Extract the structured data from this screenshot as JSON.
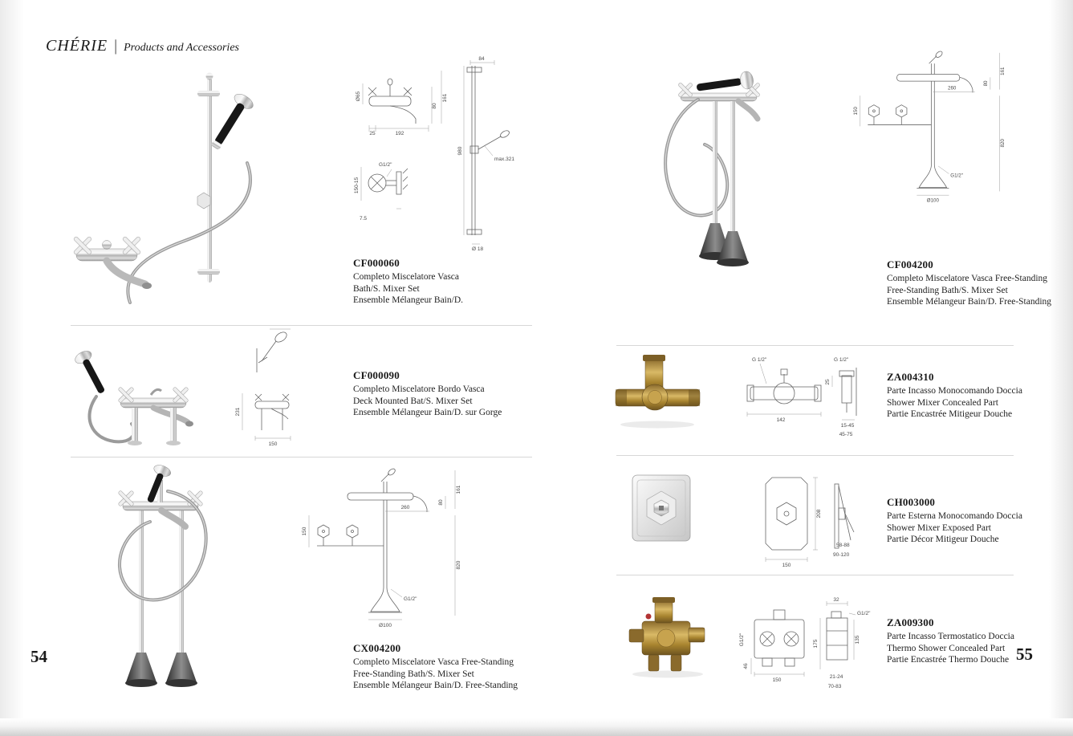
{
  "header": {
    "brand": "CHÉRIE",
    "separator": "|",
    "subtitle": "Products and Accessories"
  },
  "pages": {
    "left_number": "54",
    "right_number": "55"
  },
  "products": [
    {
      "code": "CF000060",
      "desc_it": "Completo Miscelatore Vasca",
      "desc_en": "Bath/S. Mixer Set",
      "desc_fr": "Ensemble Mélangeur Bain/D.",
      "dims": [
        "Ø65",
        "25",
        "192",
        "80",
        "161",
        "G1/2\"",
        "150-15",
        "7.5",
        "84",
        "980",
        "max.321",
        "Ø 18"
      ]
    },
    {
      "code": "CF000090",
      "desc_it": "Completo Miscelatore Bordo Vasca",
      "desc_en": "Deck Mounted Bat/S. Mixer Set",
      "desc_fr": "Ensemble Mélangeur Bain/D. sur Gorge",
      "dims": [
        "231",
        "150"
      ]
    },
    {
      "code": "CX004200",
      "desc_it": "Completo Miscelatore Vasca Free-Standing",
      "desc_en": "Free-Standing Bath/S. Mixer Set",
      "desc_fr": "Ensemble Mélangeur Bain/D. Free-Standing",
      "dims": [
        "161",
        "260",
        "80",
        "150",
        "820",
        "G1/2\"",
        "Ø100"
      ]
    },
    {
      "code": "CF004200",
      "desc_it": "Completo Miscelatore Vasca Free-Standing",
      "desc_en": "Free-Standing Bath/S. Mixer Set",
      "desc_fr": "Ensemble Mélangeur Bain/D. Free-Standing",
      "dims": [
        "161",
        "260",
        "80",
        "150",
        "820",
        "G1/2\"",
        "Ø100"
      ]
    },
    {
      "code": "ZA004310",
      "desc_it": "Parte Incasso Monocomando Doccia",
      "desc_en": "Shower Mixer Concealed Part",
      "desc_fr": "Partie Encastrée Mitigeur Douche",
      "dims": [
        "G 1/2\"",
        "G 1/2\"",
        "142",
        "25",
        "15-45",
        "45-75"
      ]
    },
    {
      "code": "CH003000",
      "desc_it": "Parte Esterna Monocomando Doccia",
      "desc_en": "Shower Mixer Exposed Part",
      "desc_fr": "Partie Décor Mitigeur Douche",
      "dims": [
        "150",
        "208",
        "58-88",
        "90-120"
      ]
    },
    {
      "code": "ZA009300",
      "desc_it": "Parte Incasso Termostatico Doccia",
      "desc_en": "Thermo Shower Concealed Part",
      "desc_fr": "Partie Encastrée Thermo Douche",
      "dims": [
        "32",
        "G1/2\"",
        "G1/2\"",
        "150",
        "46",
        "175",
        "135",
        "21-24",
        "70-83"
      ]
    }
  ]
}
